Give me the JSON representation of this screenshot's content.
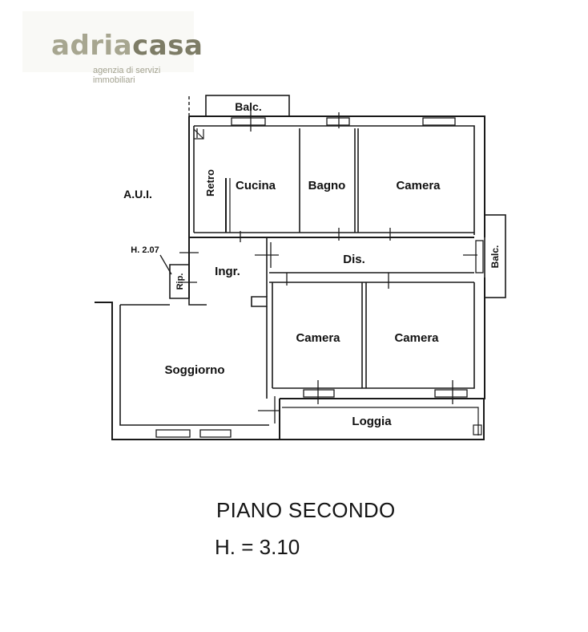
{
  "logo": {
    "part1": "adria",
    "part2": "casa",
    "tagline": "agenzia di servizi immobiliari"
  },
  "rooms": {
    "balc_top": "Balc.",
    "balc_right": "Balc.",
    "retro": "Retro",
    "cucina": "Cucina",
    "bagno": "Bagno",
    "camera_top": "Camera",
    "dis": "Dis.",
    "ingr": "Ingr.",
    "rip": "Rip.",
    "camera_mid": "Camera",
    "camera_right": "Camera",
    "soggiorno": "Soggiorno",
    "loggia": "Loggia",
    "aui": "A.U.I.",
    "h_rip": "H. 2.07"
  },
  "floor": {
    "title": "PIANO SECONDO",
    "height": "H. = 3.10"
  },
  "colors": {
    "ink": "#1a1a1a",
    "logo_light": "#a7a690",
    "logo_dark": "#7d7c66"
  }
}
